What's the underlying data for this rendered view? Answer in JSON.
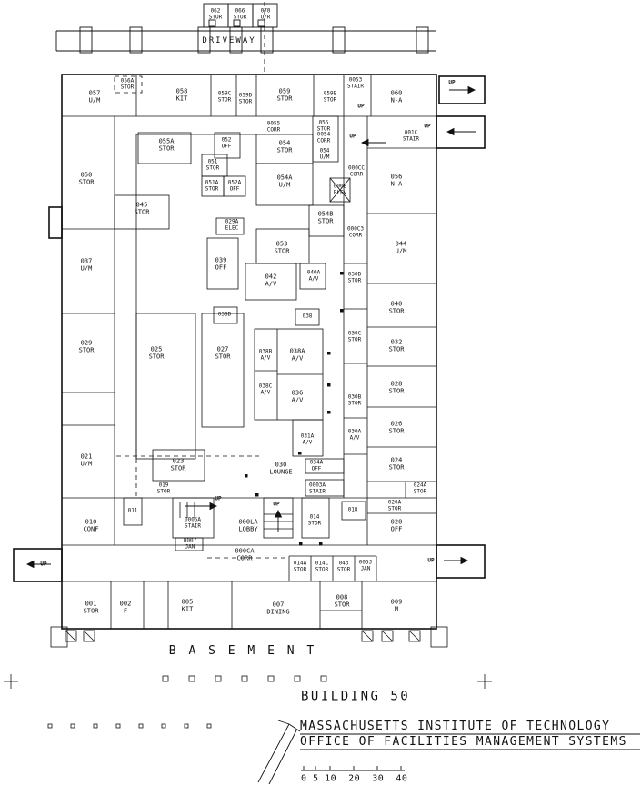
{
  "page": {
    "background": "#ffffff",
    "ink": "#111111"
  },
  "site": {
    "driveway": "DRIVEWAY"
  },
  "labels": {
    "up": "UP"
  },
  "rooms": {
    "r062": "062\nSTOR",
    "r066": "066\nSTOR",
    "r070": "070\nU/R",
    "r056a": "056A\nSTOR",
    "r057": "057\nU/M",
    "r058": "058\nKIT",
    "r059c": "059C\nSTOR",
    "r059d": "059D\nSTOR",
    "r059": "059\nSTOR",
    "r059e": "059E\nSTOR",
    "r0053": "0053\nSTAIR",
    "r060": "060\nN-A",
    "r0055": "0055\nCORR",
    "r055a": "055A\nSTOR",
    "r052": "052\nOFF",
    "r054": "054\nSTOR",
    "r055": "055\nSTOR",
    "r0054": "0054\nCORR",
    "r054um": "054\nU/M",
    "r001c": "001C\nSTAIR",
    "r050": "050\nSTOR",
    "r051": "051\nSTOR",
    "r051a": "051A\nSTOR",
    "r052a": "052A\nOFF",
    "r054a": "054A\nU/M",
    "r000cc": "000CC\nCORR",
    "r000e": "000E\nELEV",
    "r056": "056\nN-A",
    "r045": "045\nSTOR",
    "r054b": "054B\nSTOR",
    "r000c3": "000C3\nCORR",
    "r044": "044\nU/M",
    "r037": "037\nU/M",
    "r029a": "029A\nELEC",
    "r039": "039\nOFF",
    "r053": "053\nSTOR",
    "r042": "042\nA/V",
    "r040a": "040A\nA/V",
    "r030d": "030D\nSTOR",
    "r040": "040\nSTOR",
    "r038d": "038D",
    "r038": "038",
    "r030c": "030C\nSTOR",
    "r029": "029\nSTOR",
    "r025": "025\nSTOR",
    "r027": "027\nSTOR",
    "r038b": "038B\nA/V",
    "r038a": "038A\nA/V",
    "r032": "032\nSTOR",
    "r038c": "038C\nA/V",
    "r036": "036\nA/V",
    "r030b": "030B\nSTOR",
    "r028": "028\nSTOR",
    "r031a": "031A\nA/V",
    "r030a": "030A\nA/V",
    "r026": "026\nSTOR",
    "r021": "021\nU/M",
    "r023": "023\nSTOR",
    "r030": "030\nLOUNGE",
    "r034a": "034A\nOFF",
    "r024": "024\nSTOR",
    "r019": "019\nSTOR",
    "r0003a": "0003A\nSTAIR",
    "r024a": "024A\nSTOR",
    "r020a": "020A\nSTOR",
    "r018": "018",
    "r010": "010\nCONF",
    "r011": "011",
    "r0005a": "0005A\nSTAIR",
    "r000la": "000LA\nLOBBY",
    "r014": "014\nSTOR",
    "r020": "020\nOFF",
    "r0007": "0007\nJAN",
    "r000ca": "000CA\nCORR",
    "r014a": "014A\nSTOR",
    "r014c": "014C\nSTOR",
    "r043": "043\nSTOR",
    "r005j": "005J\nJAN",
    "r001": "001\nSTOR",
    "r002": "002\nF",
    "r005": "005\nKIT",
    "r007": "007\nDINING",
    "r008": "008\nSTOR",
    "r009": "009\nM"
  },
  "footer": {
    "floor": "B A S E M E N T",
    "building": "BUILDING 50",
    "org_line1": "MASSACHUSETTS INSTITUTE OF TECHNOLOGY",
    "org_line2": "OFFICE OF FACILITIES MANAGEMENT SYSTEMS",
    "scale": "0 5 10  20  30  40"
  }
}
